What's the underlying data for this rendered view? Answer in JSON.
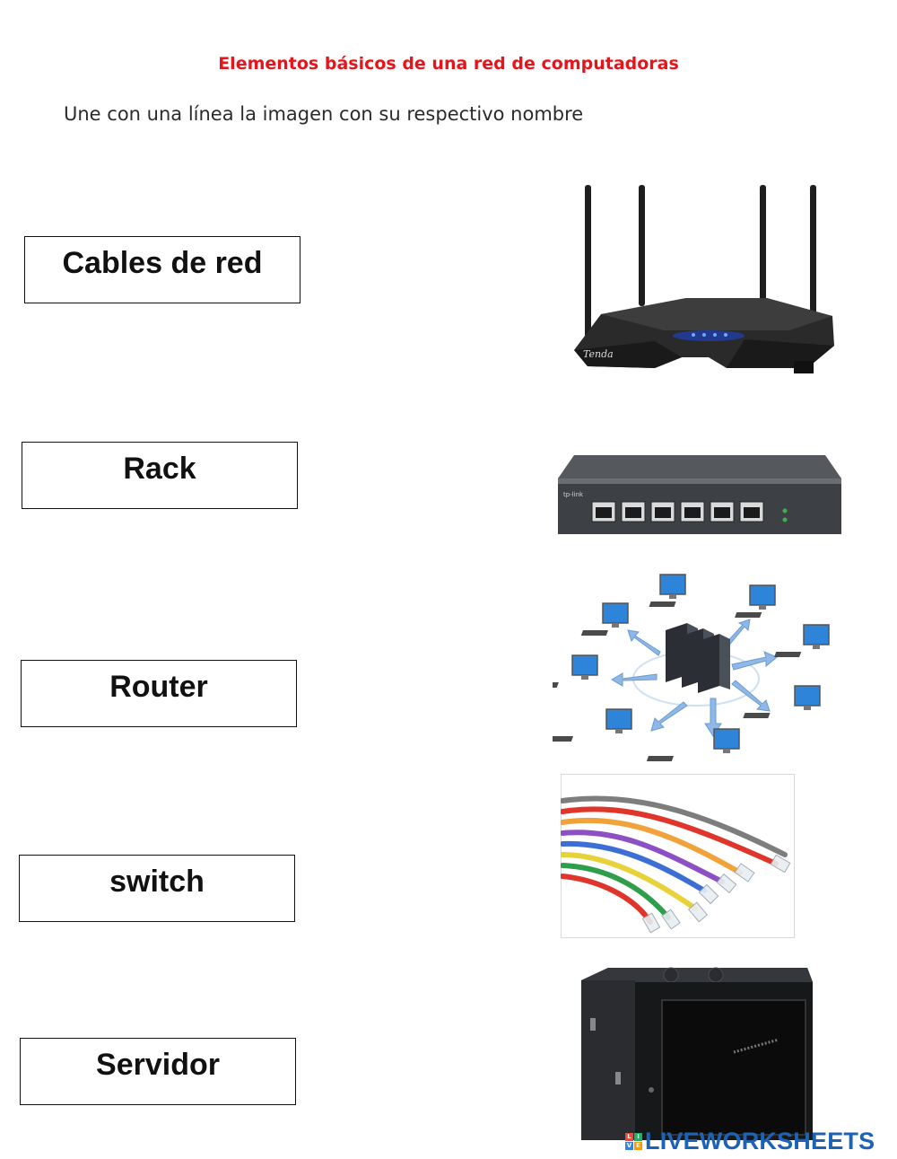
{
  "worksheet": {
    "title": "Elementos básicos de una red de computadoras",
    "instruction": "Une con una línea la imagen con su respectivo nombre"
  },
  "labels": [
    "Cables de red",
    "Rack",
    "Router",
    "switch",
    "Servidor"
  ],
  "images": {
    "router_brand": "Tenda",
    "switch_brand": "tp-link",
    "switch_ports": 6
  },
  "branding": {
    "logo_text": "LIVEWORKSHEETS",
    "badge_letters": [
      "L",
      "I",
      "V",
      "E"
    ],
    "badge_colors": [
      "#e74c3c",
      "#27ae60",
      "#2e86de",
      "#f39c12"
    ]
  },
  "colors": {
    "title": "#e8141b",
    "logo": "#1c63b7"
  }
}
